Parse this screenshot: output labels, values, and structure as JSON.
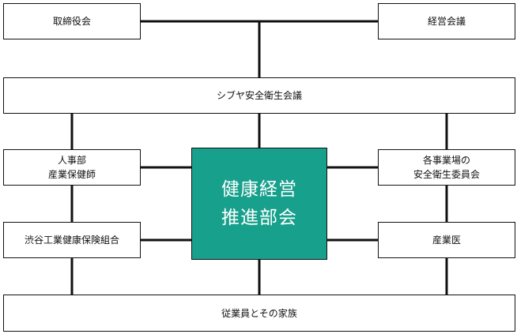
{
  "diagram": {
    "nodes": {
      "board": {
        "label": "取締役会"
      },
      "management": {
        "label": "経営会議"
      },
      "safety_council": {
        "label": "シブヤ安全衛生会議"
      },
      "hr": {
        "line1": "人事部",
        "line2": "産業保健師"
      },
      "site_committee": {
        "line1": "各事業場の",
        "line2": "安全衛生委員会"
      },
      "union": {
        "label": "渋谷工業健康保険組合"
      },
      "doctor": {
        "label": "産業医"
      },
      "employees": {
        "label": "従業員とその家族"
      },
      "center": {
        "line1": "健康経営",
        "line2": "推進部会"
      }
    },
    "colors": {
      "center_fill": "#17a08c",
      "line": "#111111",
      "box_fill": "#ffffff"
    },
    "edges": [
      [
        "board",
        "management"
      ],
      [
        "board",
        "safety_council"
      ],
      [
        "management",
        "safety_council"
      ],
      [
        "safety_council",
        "center"
      ],
      [
        "safety_council",
        "hr"
      ],
      [
        "safety_council",
        "site_committee"
      ],
      [
        "hr",
        "center"
      ],
      [
        "site_committee",
        "center"
      ],
      [
        "union",
        "center"
      ],
      [
        "doctor",
        "center"
      ],
      [
        "hr",
        "union"
      ],
      [
        "site_committee",
        "doctor"
      ],
      [
        "union",
        "employees"
      ],
      [
        "doctor",
        "employees"
      ],
      [
        "center",
        "employees"
      ]
    ]
  }
}
